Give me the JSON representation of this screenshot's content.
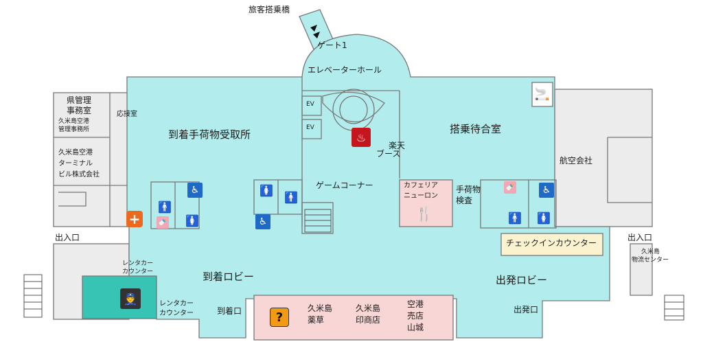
{
  "map": {
    "rooms": {
      "boarding_bridge": "旅客搭乗橋",
      "gate1": "ゲート1",
      "elevator_hall": "エレベーターホール",
      "prefecture_office_1": "県管理",
      "prefecture_office_2": "事務室",
      "airport_office_1": "久米島空港",
      "airport_office_2": "管理事務所",
      "reception_room": "応接室",
      "terminal_building_1": "久米島空港",
      "terminal_building_2": "ターミナル",
      "terminal_building_3": "ビル株式会社",
      "baggage_claim": "到着手荷物受取所",
      "ev1": "EV",
      "ev2": "EV",
      "rakuten_booth_1": "楽天",
      "rakuten_booth_2": "ブース",
      "game_corner": "ゲームコーナー",
      "departure_lounge": "搭乗待合室",
      "airline_office": "航空会社",
      "cafe_1": "カフェリア",
      "cafe_2": "ニューロン",
      "baggage_check_1": "手荷物",
      "baggage_check_2": "検査",
      "checkin_counter": "チェックインカウンター",
      "exit_left": "出入口",
      "exit_right": "出入口",
      "logistics_1": "久米島",
      "logistics_2": "物流センター",
      "rentacar_upper_1": "レンタカー",
      "rentacar_upper_2": "カウンター",
      "rentacar_lower_1": "レンタカー",
      "rentacar_lower_2": "カウンター",
      "arrival_lobby": "到着ロビー",
      "departure_lobby": "出発ロビー",
      "arrival_gate": "到着口",
      "departure_gate": "出発口",
      "shop1_1": "久米島",
      "shop1_2": "薬草",
      "shop2_1": "久米島",
      "shop2_2": "印商店",
      "shop3_1": "空港",
      "shop3_2": "売店",
      "shop3_3": "山城"
    },
    "icons": {
      "info": "?",
      "first_aid": "+"
    },
    "colors": {
      "floor": "#b3ecec",
      "shop": "#f9d6d6",
      "checkin": "#fbf3cf",
      "office": "#ececec",
      "police": "#37c4b4",
      "wall": "#777777",
      "restroom_blue": "#1f69c7",
      "restroom_red": "#e0262a",
      "info_orange": "#f39a14",
      "aid_orange": "#ec6a1f",
      "rakuten_red": "#c4161c"
    }
  }
}
